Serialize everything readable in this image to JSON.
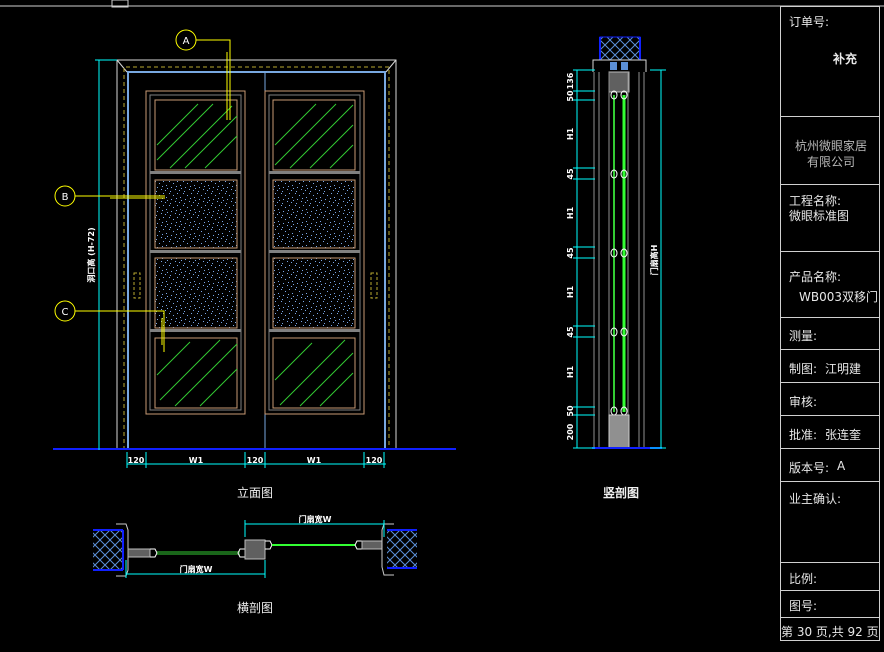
{
  "drawing": {
    "elevation_title": "立面图",
    "vertical_section_title": "竖剖图",
    "horizontal_section_title": "横剖图",
    "callouts": [
      "A",
      "B",
      "C"
    ],
    "elevation_dims": {
      "bottom": [
        "120",
        "W1",
        "120",
        "W1",
        "120"
      ],
      "left_height": "洞口高 (H-72)"
    },
    "section_dims": {
      "left": [
        "136",
        "50",
        "H1",
        "45",
        "H1",
        "45",
        "H1",
        "45",
        "H1",
        "50",
        "200"
      ],
      "right": "门扇高H"
    },
    "horizontal_dims": [
      "门扇宽W",
      "门扇宽W"
    ],
    "colors": {
      "background": "#000000",
      "dimension": "#00ffff",
      "callout": "#ffff00",
      "glass_hatch": "#33cc33",
      "frame": "#c89a74",
      "jamb": "#78a8e0",
      "wall_hatch": "#5b8fd6",
      "floor_line": "#1020ff"
    }
  },
  "title_block": {
    "order_no_label": "订单号:",
    "order_no_value": "补充",
    "company": [
      "杭州微眼家居",
      "有限公司"
    ],
    "project_label": "工程名称:",
    "project_value": "微眼标准图",
    "product_label": "产品名称:",
    "product_value": "WB003双移门",
    "measure_label": "测量:",
    "drawn_label": "制图:",
    "drawn_value": "江明建",
    "review_label": "审核:",
    "approve_label": "批准:",
    "approve_value": "张连奎",
    "version_label": "版本号:",
    "version_value": "A",
    "owner_label": "业主确认:",
    "scale_label": "比例:",
    "drawing_no_label": "图号:",
    "page_info": "第 30 页,共 92 页"
  }
}
